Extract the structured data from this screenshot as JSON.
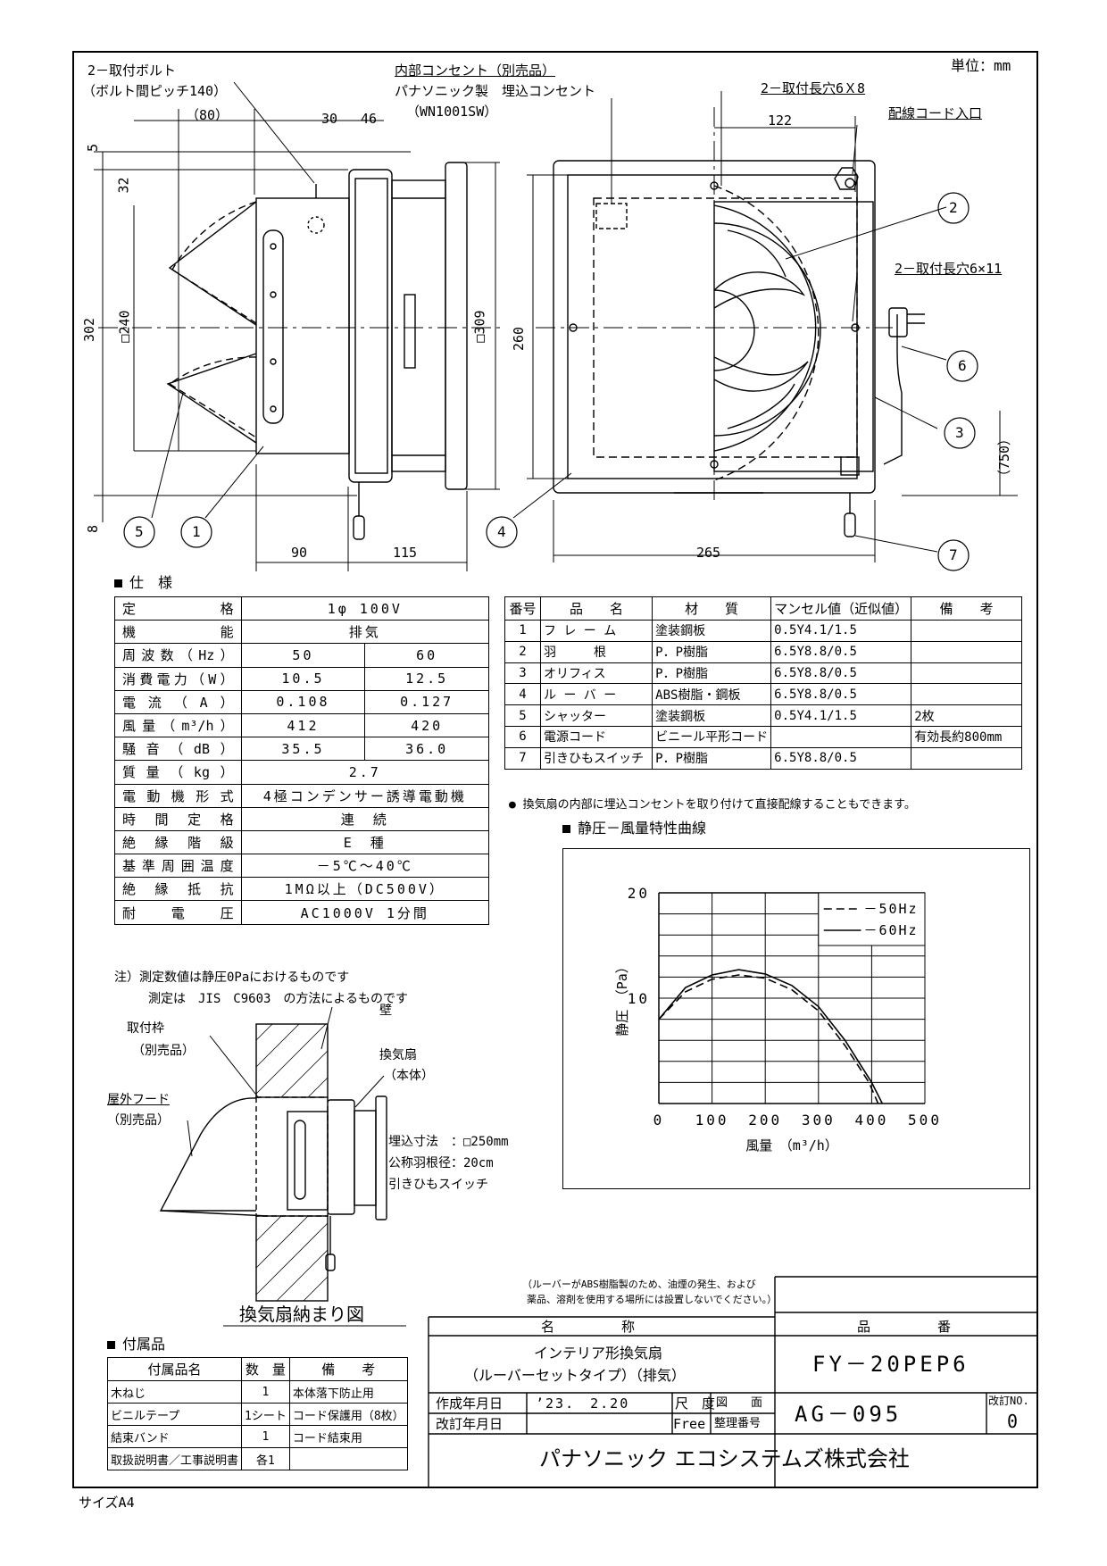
{
  "unit_label": "単位：mm",
  "paper_size": "サイズA4",
  "callouts": {
    "mount_bolt": "2－取付ボルト",
    "bolt_pitch": "（ボルト間ピッチ140）",
    "outlet": "内部コンセント（別売品）",
    "outlet_maker": "パナソニック製　埋込コンセント",
    "outlet_model": "（WN1001SW）",
    "slot_top": "2－取付長穴6Ｘ8",
    "cord_inlet": "配線コード入口",
    "slot_side": "2－取付長穴6×11"
  },
  "dims": {
    "d80": "（80）",
    "d30": "30",
    "d46": "46",
    "d5": "5",
    "d32": "32",
    "d302": "302",
    "d240": "□240",
    "d8": "8",
    "d309": "□309",
    "d90": "90",
    "d115": "115",
    "d122": "122",
    "d260": "260",
    "d265": "265",
    "d750": "（750）"
  },
  "balloons": [
    "1",
    "2",
    "3",
    "4",
    "5",
    "6",
    "7"
  ],
  "spec": {
    "title": "仕　様",
    "rows": [
      {
        "label": "定格",
        "full": "1φ 100V"
      },
      {
        "label": "機能",
        "full": "排気"
      },
      {
        "label": "周波数（Hz）",
        "v50": "50",
        "v60": "60"
      },
      {
        "label": "消費電力（W）",
        "v50": "10.5",
        "v60": "12.5"
      },
      {
        "label": "電流（A）",
        "v50": "0.108",
        "v60": "0.127"
      },
      {
        "label": "風量（m³/h）",
        "v50": "412",
        "v60": "420"
      },
      {
        "label": "騒音（dB）",
        "v50": "35.5",
        "v60": "36.0"
      },
      {
        "label": "質量（kg）",
        "full": "2.7"
      },
      {
        "label": "電動機形式",
        "full": "4極コンデンサー誘導電動機"
      },
      {
        "label": "時間定格",
        "full": "連　続"
      },
      {
        "label": "絶縁階級",
        "full": "E　種"
      },
      {
        "label": "基準周囲温度",
        "full": "－5℃～40℃"
      },
      {
        "label": "絶縁抵抗",
        "full": "1MΩ以上（DC500V）"
      },
      {
        "label": "耐電圧",
        "full": "AC1000V 1分間"
      }
    ],
    "note1": "注）測定数値は静圧0Paにおけるものです",
    "note2": "測定は　JIS　C9603　の方法によるものです"
  },
  "parts": {
    "headers": [
      "番号",
      "品　　名",
      "材　　質",
      "マンセル値（近似値）",
      "備　　考"
    ],
    "rows": [
      [
        "1",
        "フ レ ー ム",
        "塗装鋼板",
        "0.5Y4.1/1.5",
        ""
      ],
      [
        "2",
        "羽　　　根",
        "P．P樹脂",
        "6.5Y8.8/0.5",
        ""
      ],
      [
        "3",
        "オリフィス",
        "P．P樹脂",
        "6.5Y8.8/0.5",
        ""
      ],
      [
        "4",
        "ル ー バ ー",
        "ABS樹脂・鋼板",
        "6.5Y8.8/0.5",
        ""
      ],
      [
        "5",
        "シャッター",
        "塗装鋼板",
        "0.5Y4.1/1.5",
        "2枚"
      ],
      [
        "6",
        "電源コード",
        "ビニール平形コード",
        "",
        "有効長約800mm"
      ],
      [
        "7",
        "引きひもスイッチ",
        "P．P樹脂",
        "6.5Y8.8/0.5",
        ""
      ]
    ]
  },
  "outlet_note": "● 換気扇の内部に埋込コンセントを取り付けて直接配線することもできます。",
  "curve_title": "静圧－風量特性曲線",
  "chart_data": {
    "type": "line",
    "xlabel": "風量　（m³/h）",
    "ylabel": "静圧　（Pa）",
    "x_ticks": [
      "0",
      "100",
      "200",
      "300",
      "400",
      "500"
    ],
    "y_ticks": [
      "20",
      "10"
    ],
    "xlim": [
      0,
      500
    ],
    "ylim": [
      0,
      20
    ],
    "grid": true,
    "legend": "top-right",
    "series": [
      {
        "name": "50Hz",
        "style": "dashed",
        "points": [
          [
            0,
            8.0
          ],
          [
            50,
            10.6
          ],
          [
            100,
            11.8
          ],
          [
            150,
            12.2
          ],
          [
            200,
            11.9
          ],
          [
            250,
            10.8
          ],
          [
            300,
            8.8
          ],
          [
            350,
            5.5
          ],
          [
            395,
            2.0
          ],
          [
            412,
            0
          ]
        ]
      },
      {
        "name": "60Hz",
        "style": "solid",
        "points": [
          [
            0,
            8.0
          ],
          [
            50,
            11.0
          ],
          [
            100,
            12.2
          ],
          [
            150,
            12.7
          ],
          [
            200,
            12.3
          ],
          [
            250,
            11.2
          ],
          [
            300,
            9.2
          ],
          [
            350,
            6.0
          ],
          [
            400,
            2.0
          ],
          [
            420,
            0
          ]
        ]
      }
    ]
  },
  "install": {
    "frame": "取付枠",
    "frame_sub": "（別売品）",
    "wall": "壁",
    "fan": "換気扇",
    "fan_sub": "（本体）",
    "hood": "屋外フード",
    "hood_sub": "（別売品）",
    "spec1": "埋込寸法　：□250mm",
    "spec2": "公称羽根径：20cm",
    "spec3": "引きひもスイッチ",
    "title": "換気扇納まり図"
  },
  "accessories": {
    "title": "付属品",
    "headers": [
      "付属品名",
      "数　量",
      "備　　考"
    ],
    "rows": [
      [
        "木ねじ",
        "1",
        "本体落下防止用"
      ],
      [
        "ビニルテープ",
        "1シート",
        "コード保護用（8枚）"
      ],
      [
        "結束バンド",
        "1",
        "コード結束用"
      ],
      [
        "取扱説明書／工事説明書",
        "各1",
        ""
      ]
    ]
  },
  "title_block": {
    "caution_1": "（ルーバーがABS樹脂製のため、油煙の発生、および",
    "caution_2": "薬品、溶剤を使用する場所には設置しないでください。）",
    "name_header": "名　　　　　称",
    "name_1": "インテリア形換気扇",
    "name_2": "（ルーバーセットタイプ）（排気）",
    "number_header": "品　　　　　番",
    "product_no": "FY－20PEP6",
    "created_label": "作成年月日",
    "created_value": "’23.　2.20",
    "revised_label": "改訂年月日",
    "scale_label": "尺　度",
    "scale_value": "Free",
    "drawing_label": "図　　面",
    "drawing_label2": "整理番号",
    "drawing_no": "AG－095",
    "rev_label": "改訂NO.",
    "rev_value": "0",
    "company": "パナソニック エコシステムズ株式会社"
  }
}
